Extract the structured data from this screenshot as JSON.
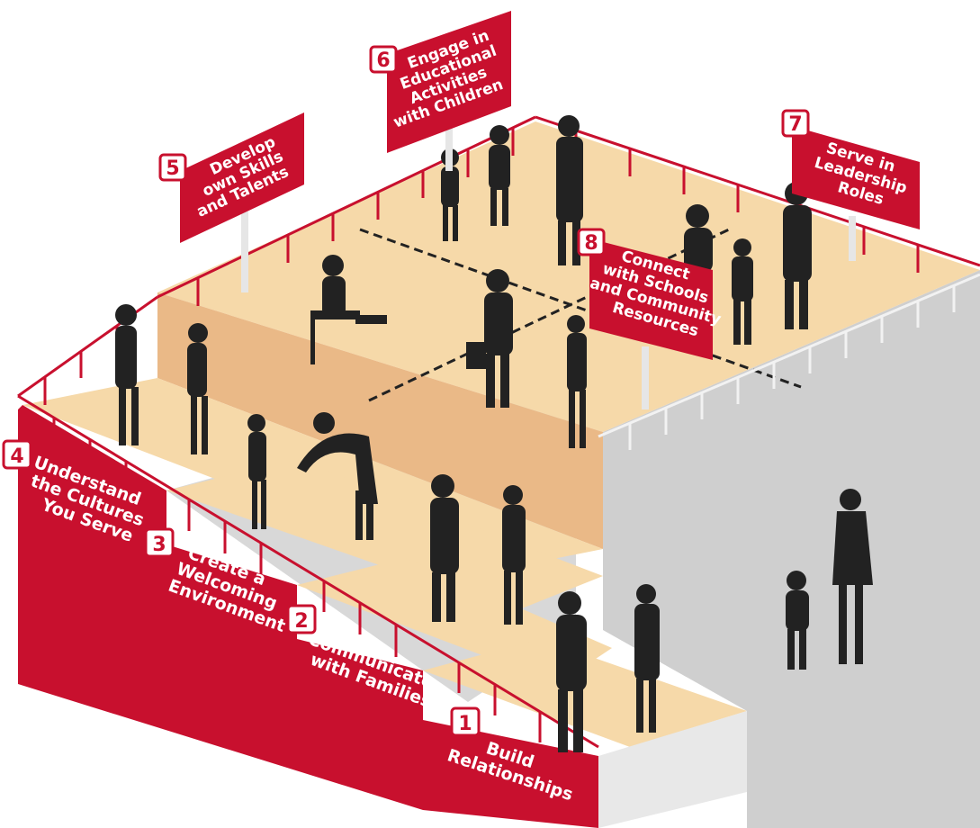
{
  "colors": {
    "brand_red": "#c8102e",
    "tread": "#f6d9a9",
    "riser": "#eab987",
    "wall": "#cfcfcf",
    "silhouette": "#222222"
  },
  "steps": [
    {
      "number": "1",
      "lines": [
        "Build",
        "Relationships"
      ]
    },
    {
      "number": "2",
      "lines": [
        "Communicate",
        "with Families"
      ]
    },
    {
      "number": "3",
      "lines": [
        "Create a",
        "Welcoming",
        "Environment"
      ]
    },
    {
      "number": "4",
      "lines": [
        "Understand",
        "the Cultures",
        "You Serve"
      ]
    }
  ],
  "signs": [
    {
      "number": "5",
      "lines": [
        "Develop",
        "own Skills",
        "and Talents"
      ]
    },
    {
      "number": "6",
      "lines": [
        "Engage in",
        "Educational",
        "Activities",
        "with Children"
      ]
    },
    {
      "number": "7",
      "lines": [
        "Serve in",
        "Leadership",
        "Roles"
      ]
    },
    {
      "number": "8",
      "lines": [
        "Connect",
        "with Schools",
        "and Community",
        "Resources"
      ]
    }
  ],
  "icons": {
    "people": "person-silhouette-icon"
  }
}
